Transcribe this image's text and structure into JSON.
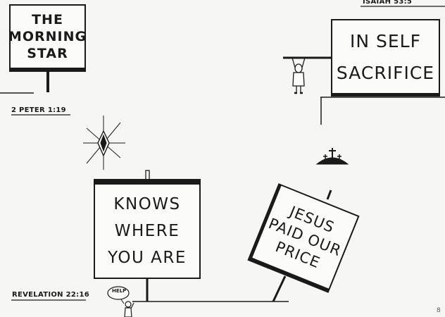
{
  "signs": {
    "morning_star": [
      "THE",
      "MORNING",
      "STAR"
    ],
    "self_sacrifice": [
      "IN SELF",
      "SACRIFICE"
    ],
    "knows_where": [
      "KNOWS",
      "WHERE",
      "YOU ARE"
    ],
    "jesus_paid": [
      "JESUS",
      "PAID OUR",
      "PRICE"
    ]
  },
  "references": {
    "peter": "2 PETER 1:19",
    "isaiah": "ISAIAH 53:5",
    "revelation": "REVELATION 22:16"
  },
  "help_bubble": "HELP",
  "signature": "8",
  "colors": {
    "ink": "#1a1a1a",
    "paper": "#f6f6f4"
  },
  "icons": [
    "star-icon",
    "hill-crosses-icon",
    "hanging-figure-icon",
    "small-person-icon"
  ]
}
